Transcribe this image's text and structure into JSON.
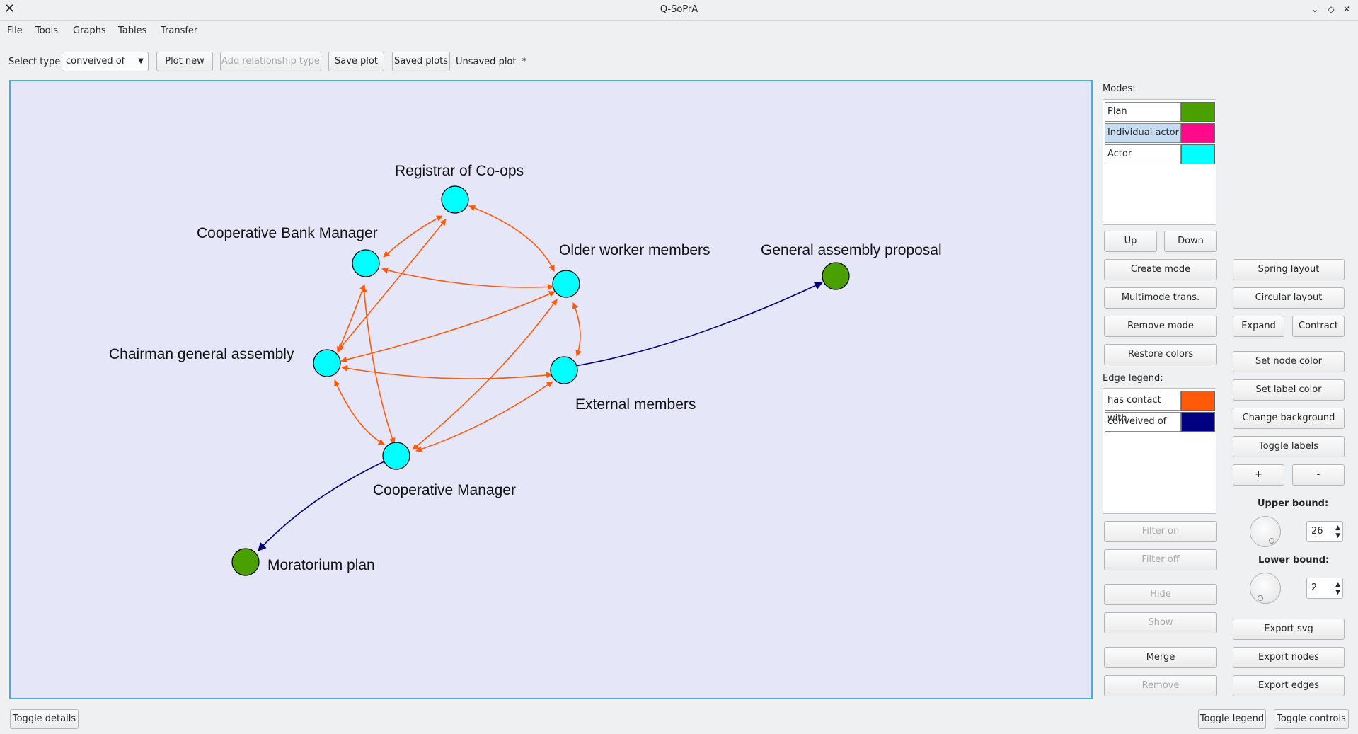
{
  "window": {
    "title": "Q-SoPrA"
  },
  "menu": [
    "File",
    "Tools",
    "Graphs",
    "Tables",
    "Transfer"
  ],
  "toolbar": {
    "select_type_label": "Select type",
    "select_type_value": "conveived of",
    "plot_new": "Plot new",
    "add_relationship_type": "Add relationship type",
    "save_plot": "Save plot",
    "saved_plots": "Saved plots",
    "status": "Unsaved plot  *"
  },
  "graph": {
    "nodes": [
      {
        "label": "Registrar of Co-ops",
        "mode": "Actor"
      },
      {
        "label": "Cooperative Bank Manager",
        "mode": "Actor"
      },
      {
        "label": "Older worker members",
        "mode": "Actor"
      },
      {
        "label": "General assembly proposal",
        "mode": "Plan"
      },
      {
        "label": "Chairman general assembly",
        "mode": "Actor"
      },
      {
        "label": "External members",
        "mode": "Actor"
      },
      {
        "label": "Cooperative Manager",
        "mode": "Actor"
      },
      {
        "label": "Moratorium plan",
        "mode": "Plan"
      }
    ],
    "colors": {
      "actor": "#00ffff",
      "plan": "#4aa000",
      "contact_edge": "#ff5a0a",
      "conceived_edge": "#00007a",
      "background": "#e6e6f9"
    }
  },
  "modes": {
    "title": "Modes:",
    "items": [
      {
        "name": "Plan",
        "color": "#4aa000"
      },
      {
        "name": "Individual actor",
        "color": "#ff0a8a"
      },
      {
        "name": "Actor",
        "color": "#00ffff"
      }
    ],
    "up": "Up",
    "down": "Down"
  },
  "edge_legend": {
    "title": "Edge legend:",
    "items": [
      {
        "name": "has contact with",
        "color": "#ff5a0a"
      },
      {
        "name": "conveived of",
        "color": "#000080"
      }
    ]
  },
  "left_controls": {
    "create_mode": "Create mode",
    "multimode": "Multimode trans.",
    "remove_mode": "Remove mode",
    "restore_colors": "Restore colors",
    "filter_on": "Filter on",
    "filter_off": "Filter off",
    "hide": "Hide",
    "show": "Show",
    "merge": "Merge",
    "remove": "Remove"
  },
  "right_controls": {
    "spring_layout": "Spring layout",
    "circular_layout": "Circular layout",
    "expand": "Expand",
    "contract": "Contract",
    "set_node_color": "Set node color",
    "set_label_color": "Set label color",
    "change_background": "Change background",
    "toggle_labels": "Toggle labels",
    "plus": "+",
    "minus": "-",
    "upper_bound_label": "Upper bound:",
    "upper_bound_value": "26",
    "lower_bound_label": "Lower bound:",
    "lower_bound_value": "2",
    "export_svg": "Export svg",
    "export_nodes": "Export nodes",
    "export_edges": "Export edges"
  },
  "bottom": {
    "toggle_details": "Toggle details",
    "toggle_legend": "Toggle legend",
    "toggle_controls": "Toggle controls"
  }
}
